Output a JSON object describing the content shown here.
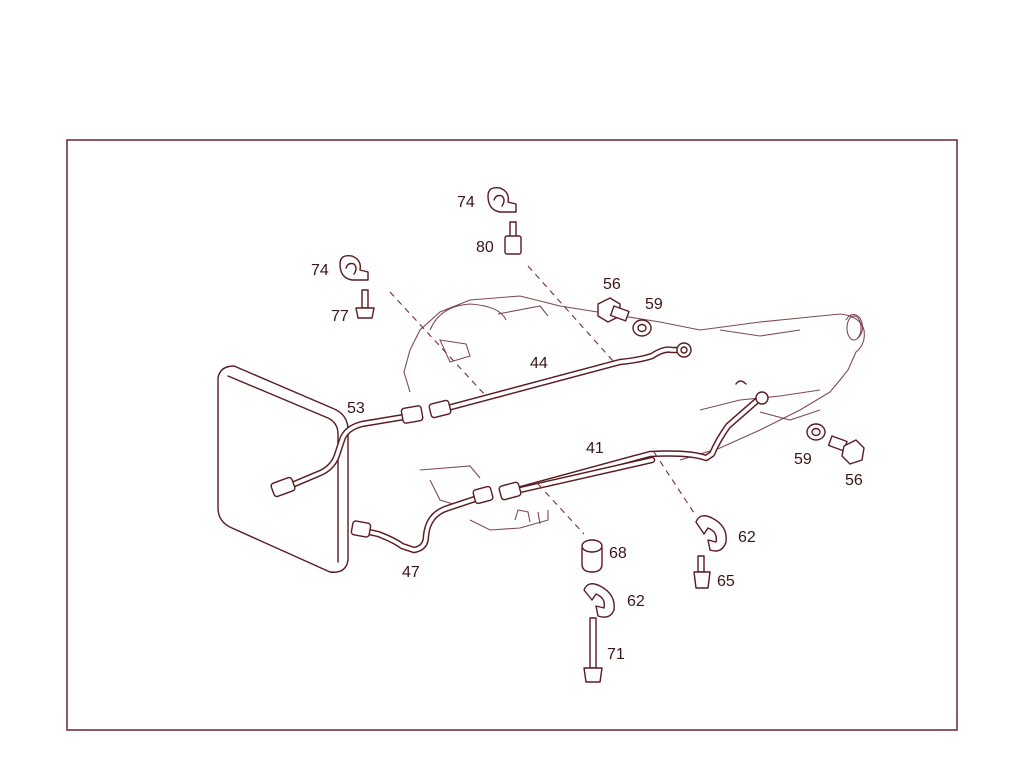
{
  "diagram": {
    "callouts": {
      "c74a": "74",
      "c80": "80",
      "c74b": "74",
      "c77": "77",
      "c56a": "56",
      "c59a": "59",
      "c44": "44",
      "c53": "53",
      "c41": "41",
      "c59b": "59",
      "c56b": "56",
      "c62a": "62",
      "c68": "68",
      "c47": "47",
      "c65": "65",
      "c62b": "62",
      "c71": "71"
    }
  }
}
